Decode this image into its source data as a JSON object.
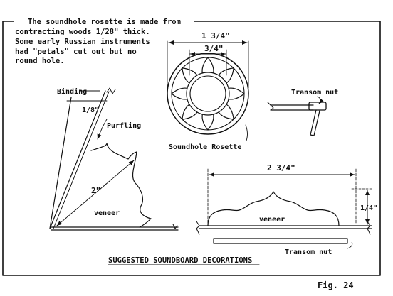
{
  "note": {
    "lines": [
      "The soundhole rosette is made from",
      "contracting woods 1/28\" thick.",
      "Some early Russian instruments",
      "had \"petals\" cut out but no",
      "round hole."
    ]
  },
  "labels": {
    "binding": "Binding",
    "purfling": "Purfling",
    "binding_width": "1/8\"",
    "corner_length": "2\"",
    "veneer_left": "veneer",
    "rosette_outer": "1 3/4\"",
    "rosette_inner": "3/4\"",
    "soundhole_rosette": "Soundhole Rosette",
    "transom_nut_top": "Transom nut",
    "bridge_width": "2 3/4\"",
    "bridge_height": "1/4\"",
    "veneer_right": "veneer",
    "transom_nut_bottom": "Transom nut"
  },
  "caption": "SUGGESTED SOUNDBOARD DECORATIONS",
  "figure_label": "Fig. 24",
  "colors": {
    "ink": "#111111",
    "paper": "#ffffff"
  }
}
